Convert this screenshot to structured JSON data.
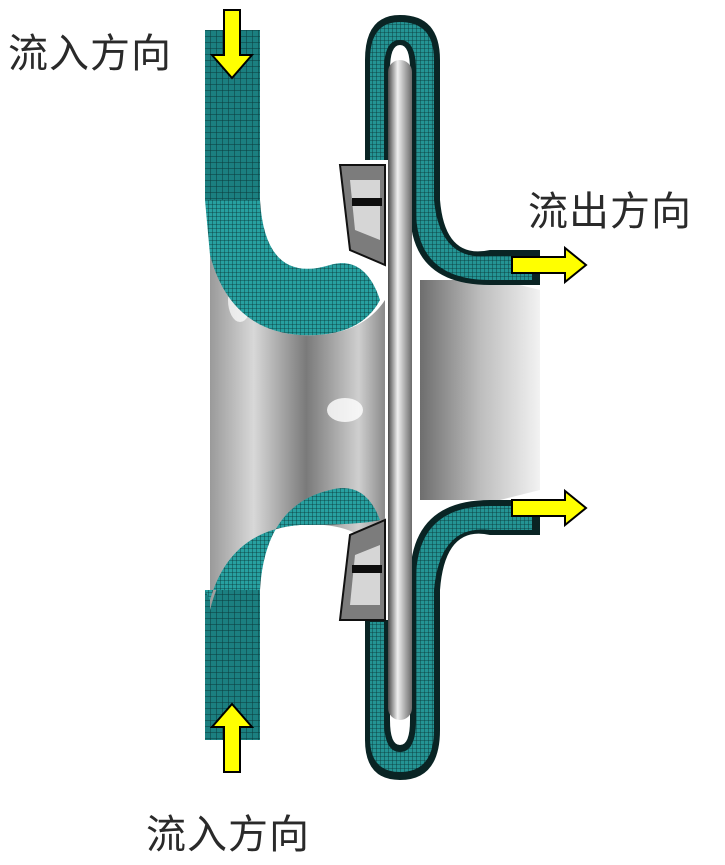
{
  "labels": {
    "inlet_top": "流入方向",
    "outlet": "流出方向",
    "inlet_bottom": "流入方向"
  },
  "colors": {
    "mesh": "#1f8f8f",
    "mesh_dark": "#0d3b3b",
    "arrow_fill": "#ffff00",
    "arrow_stroke": "#000000",
    "metal_light": "#e6e6e6",
    "metal_dark": "#5a5a5a"
  }
}
